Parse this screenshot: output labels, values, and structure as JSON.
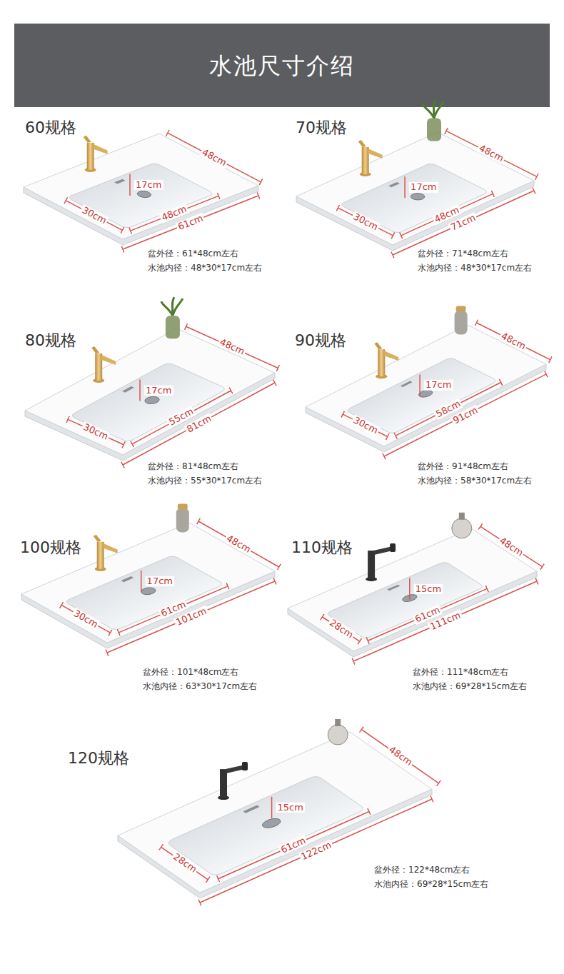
{
  "diagram": {
    "title": "水池尺寸介绍",
    "labels": [
      "60规格",
      "48cm",
      "17cm",
      "30cm",
      "48cm",
      "61cm",
      "盆外径：61*48cm左右",
      "水池内径：48*30*17cm左右",
      "70规格",
      "48cm",
      "17cm",
      "30cm",
      "48cm",
      "71cm",
      "盆外径：71*48cm左右",
      "水池内径：48*30*17cm左右",
      "80规格",
      "48cm",
      "17cm",
      "30cm",
      "55cm",
      "81cm",
      "盆外径：81*48cm左右",
      "水池内径：55*30*17cm左右",
      "90规格",
      "48cm",
      "17cm",
      "30cm",
      "58cm",
      "91cm",
      "盆外径：91*48cm左右",
      "水池内径：58*30*17cm左右",
      "100规格",
      "48cm",
      "17cm",
      "30cm",
      "61cm",
      "101cm",
      "盆外径：101*48cm左右",
      "水池内径：63*30*17cm左右",
      "110规格",
      "48cm",
      "15cm",
      "28cm",
      "61cm",
      "111cm",
      "盆外径：111*48cm左右",
      "水池内径：69*28*15cm左右",
      "120规格",
      "48cm",
      "15cm",
      "28cm",
      "61cm",
      "122cm",
      "盆外径：122*48cm左右",
      "水池内径：69*28*15cm左右"
    ]
  }
}
